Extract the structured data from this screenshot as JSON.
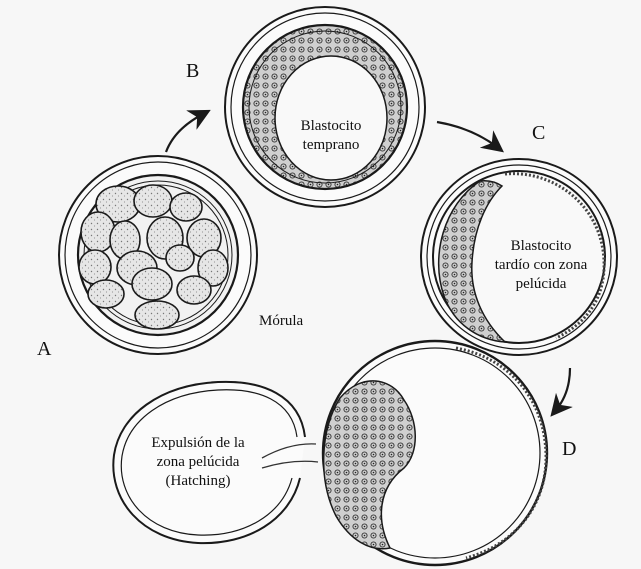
{
  "letters": {
    "a": "A",
    "b": "B",
    "c": "C",
    "d": "D"
  },
  "stages": {
    "morula": "Mórula",
    "early_blastocyst": [
      "Blastocito",
      "temprano"
    ],
    "late_blastocyst": [
      "Blastocito",
      "tardío con zona",
      "pelúcida"
    ],
    "hatching": [
      "Expulsión de la",
      "zona pelúcida",
      "(Hatching)"
    ]
  },
  "colors": {
    "ink": "#1a1a1a",
    "background": "#f7f7f7",
    "cell_fill": "#e4e4e4"
  },
  "icons": [
    "arrow-a-to-b",
    "arrow-b-to-c",
    "arrow-c-to-d"
  ]
}
